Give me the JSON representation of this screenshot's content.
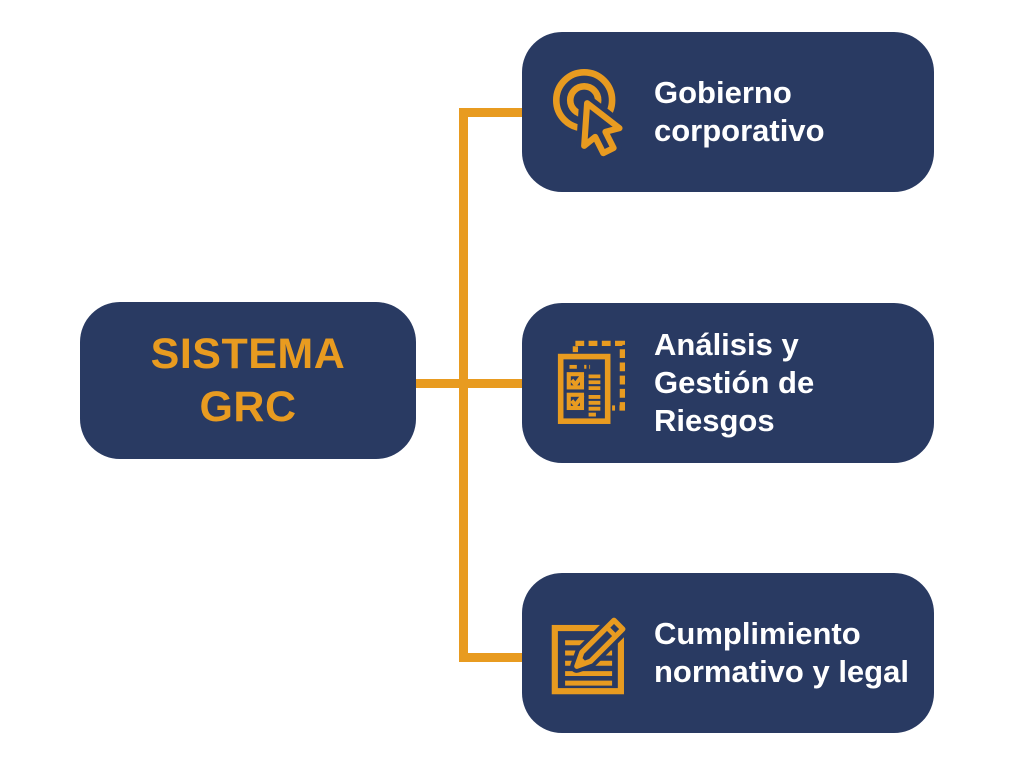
{
  "palette": {
    "navy": "#293A62",
    "orange": "#E89B20",
    "text_on_navy": "#FFFFFF",
    "background": "#FFFFFF"
  },
  "diagram": {
    "type": "flowchart",
    "main_node": {
      "label": "SISTEMA GRC"
    },
    "nodes": [
      {
        "label": "Gobierno corporativo",
        "icon": "click-cursor-icon"
      },
      {
        "label": "Análisis y Gestión de Riesgos",
        "icon": "checklist-documents-icon"
      },
      {
        "label": "Cumplimiento normativo y legal",
        "icon": "edit-document-icon"
      }
    ],
    "connections": [
      "SISTEMA GRC -> Gobierno corporativo",
      "SISTEMA GRC -> Análisis y Gestión de Riesgos",
      "SISTEMA GRC -> Cumplimiento normativo y legal"
    ]
  }
}
